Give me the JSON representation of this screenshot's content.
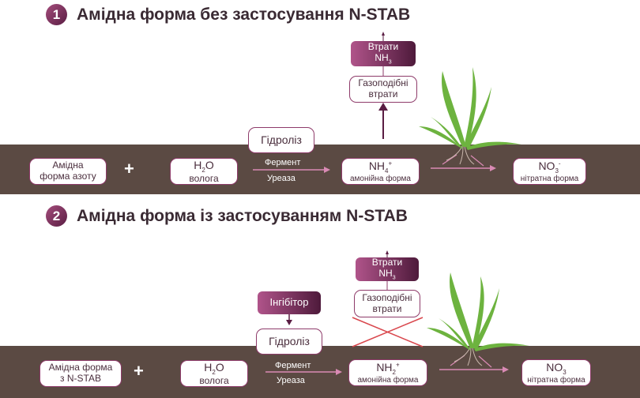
{
  "section1": {
    "number": "1",
    "title": "Амідна форма без застосування N-STAB",
    "losses_label": "Втрати",
    "losses_chem": "NH",
    "losses_sub": "3",
    "gas_line1": "Газоподібні",
    "gas_line2": "втрати",
    "hydrolysis": "Гідроліз",
    "amide_line1": "Амідна",
    "amide_line2": "форма азоту",
    "water_h": "H",
    "water_sub": "2",
    "water_o": "O",
    "water_label": "волога",
    "enzyme": "Фермент",
    "urease": "Уреаза",
    "ammonium_chem": "NH",
    "ammonium_sub": "4",
    "ammonium_sup": "+",
    "ammonium_label": "амонійна форма",
    "nitrate_chem": "NO",
    "nitrate_sub": "3",
    "nitrate_sup": "-",
    "nitrate_label": "нітратна форма",
    "plus": "+"
  },
  "section2": {
    "number": "2",
    "title": "Амідна форма із застосуванням N-STAB",
    "losses_label": "Втрати",
    "losses_chem": "NH",
    "losses_sub": "3",
    "inhibitor": "Інгібітор",
    "gas_line1": "Газоподібні",
    "gas_line2": "втрати",
    "hydrolysis": "Гідроліз",
    "amide_line1": "Амідна форма",
    "amide_line2": "з N-STAB",
    "water_h": "H",
    "water_sub": "2",
    "water_o": "O",
    "water_label": "волога",
    "enzyme": "Фермент",
    "urease": "Уреаза",
    "ammonium_chem": "NH",
    "ammonium_sub": "2",
    "ammonium_sup": "+",
    "ammonium_label": "амонійна форма",
    "nitrate_chem": "NO",
    "nitrate_sub": "3",
    "nitrate_label": "нітратна форма",
    "plus": "+"
  },
  "colors": {
    "soil": "#5b4a43",
    "accent": "#8e3b6a",
    "arrow": "#d98ab4",
    "plant": "#6db33f",
    "cross": "#d9484e"
  }
}
